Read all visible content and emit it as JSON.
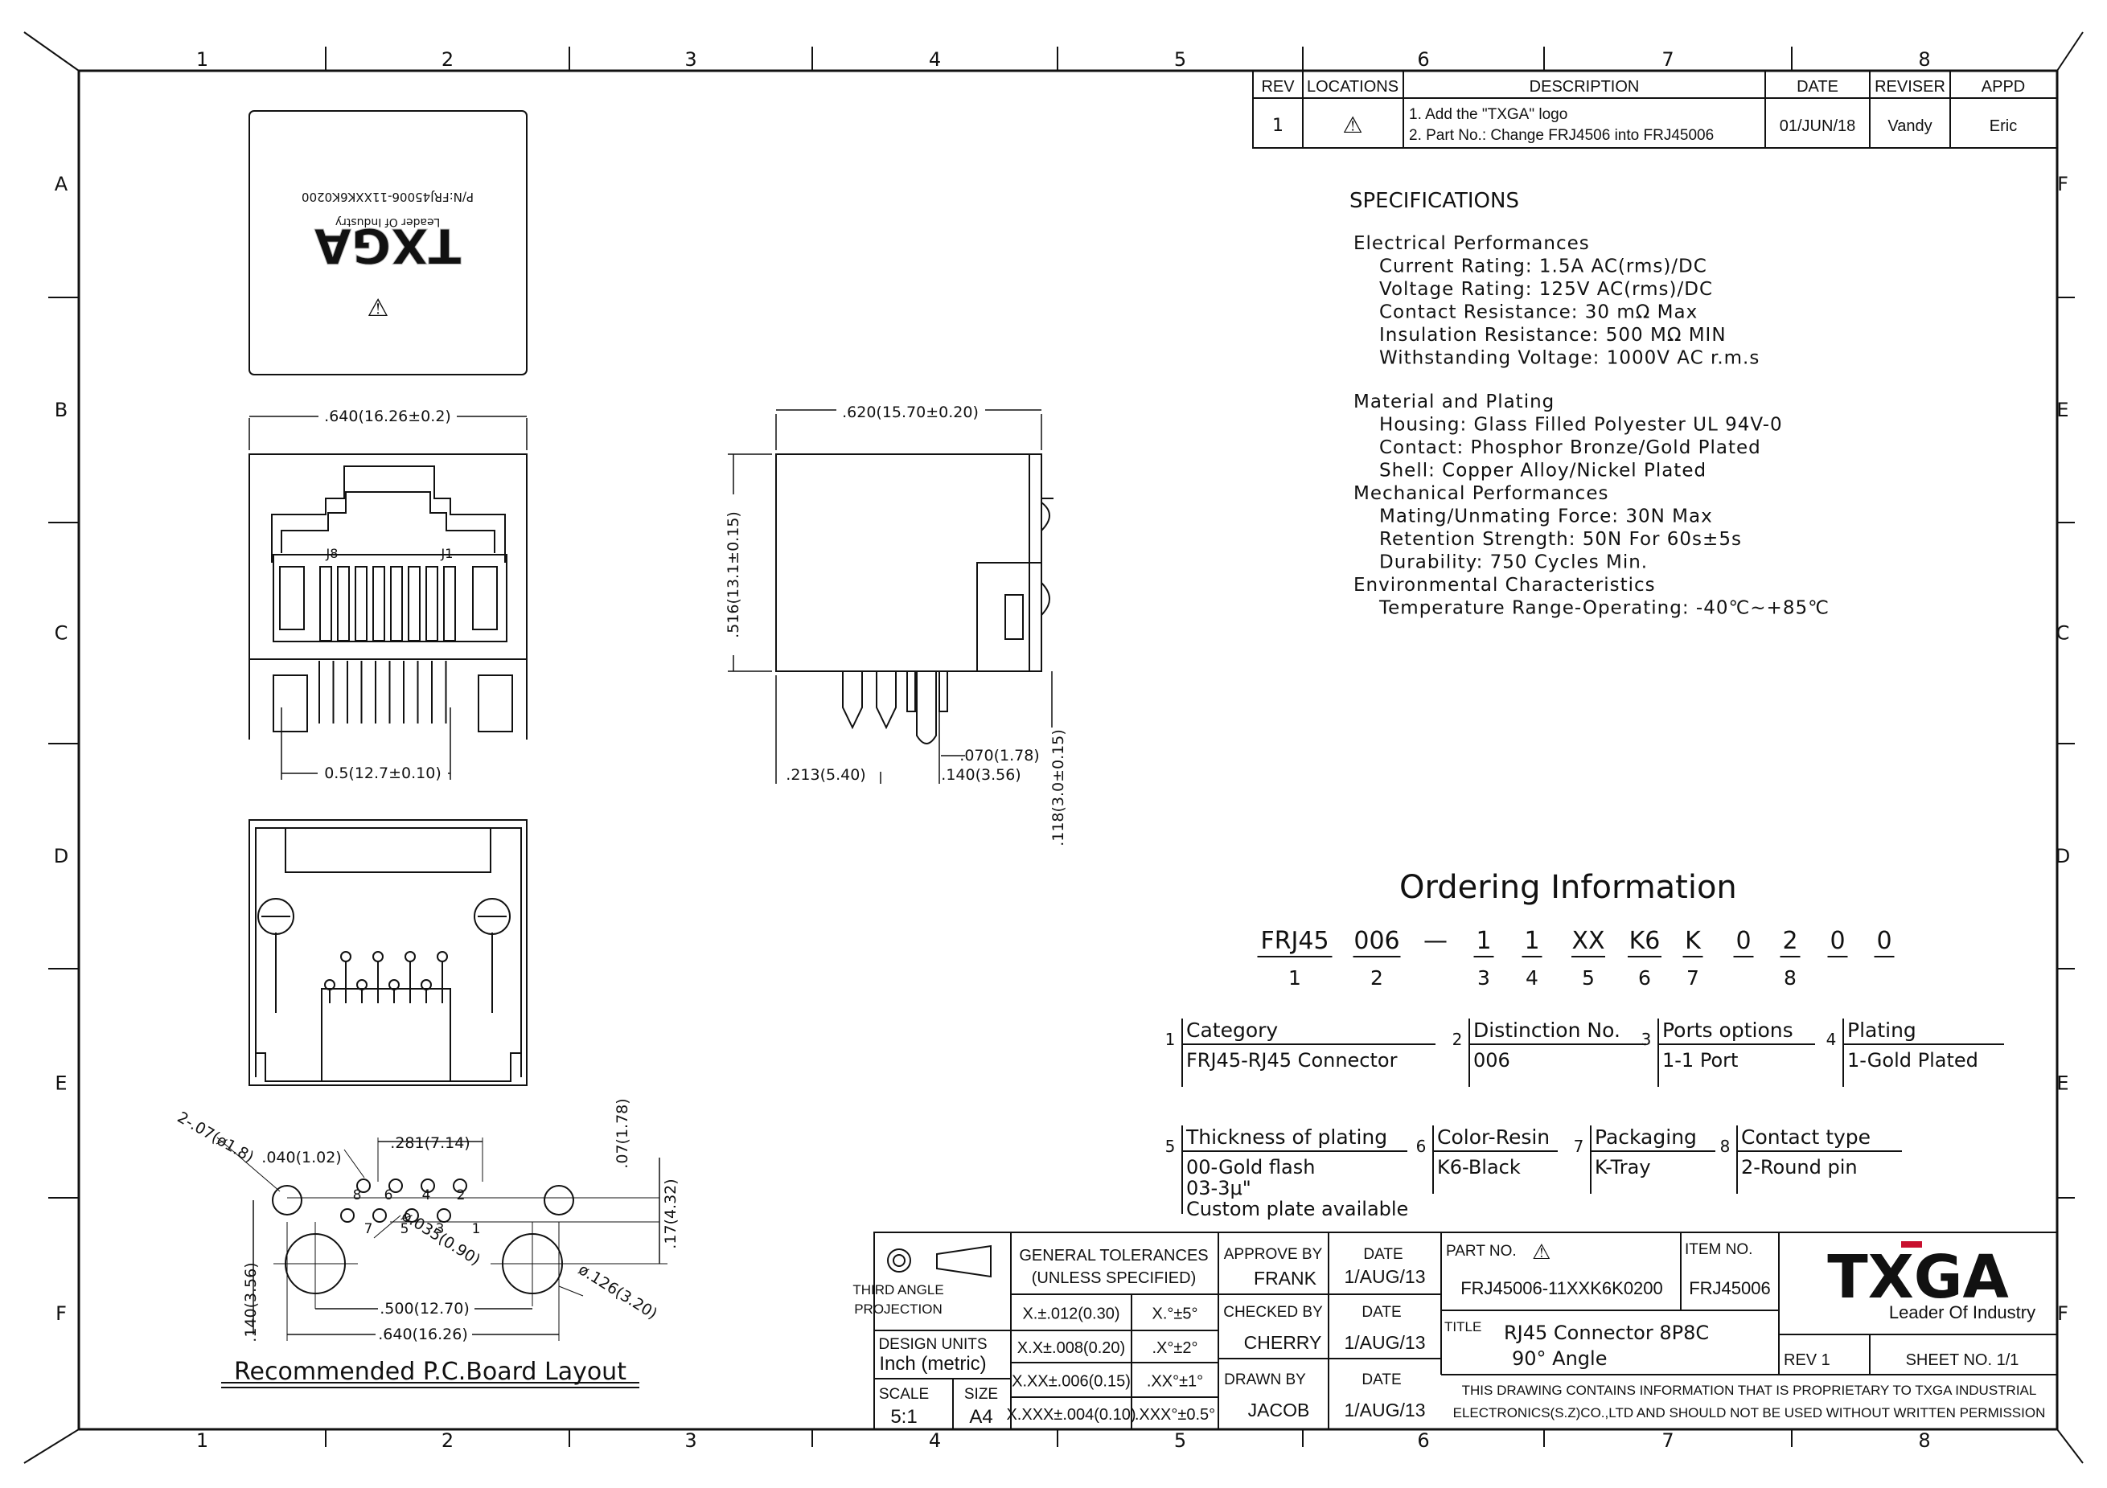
{
  "border": {
    "cols": [
      "1",
      "2",
      "3",
      "4",
      "5",
      "6",
      "7",
      "8"
    ],
    "rows_left": [
      "A",
      "B",
      "C",
      "D",
      "E",
      "F"
    ],
    "rows_right": [
      "F",
      "E",
      "C",
      "D",
      "E",
      "F"
    ]
  },
  "revision": {
    "headers": [
      "REV",
      "LOCATIONS",
      "DESCRIPTION",
      "DATE",
      "REVISER",
      "APPD"
    ],
    "rev": "1",
    "location_symbol": "⚠",
    "desc_line1": "1. Add the \"TXGA\" logo",
    "desc_line2": "2. Part No.: Change FRJ4506 into FRJ45006",
    "date": "01/JUN/18",
    "reviser": "Vandy",
    "appd": "Eric"
  },
  "label_box": {
    "part_no": "P/N:FRJ45006-11XXK6K0200",
    "tagline": "Leader Of Industry",
    "logo": "TXGA",
    "warn": "⚠"
  },
  "dims": {
    "front_width": ".640(16.26±0.2)",
    "pin_span": "0.5(12.7±0.10)",
    "j8": "J8",
    "j1": "J1",
    "side_width": ".620(15.70±0.20)",
    "side_height": ".516(13.1±0.15)",
    "side_213": ".213(5.40)",
    "side_070": ".070(1.78)",
    "side_140": ".140(3.56)",
    "side_118": ".118(3.0±0.15)"
  },
  "pcb": {
    "d_2x07": "2-.07(ø1.8)",
    "d_040": ".040(1.02)",
    "d_281": ".281(7.14)",
    "d_07": ".07(1.78)",
    "d_17": ".17(4.32)",
    "d_035": "ø.035(0.90)",
    "d_126": "ø.126(3.20)",
    "d_140": ".140(3.56)",
    "d_500": ".500(12.70)",
    "d_640": ".640(16.26)",
    "pins_top": [
      "8",
      "6",
      "4",
      "2"
    ],
    "pins_bottom": [
      "7",
      "5",
      "3",
      "1"
    ],
    "caption": "Recommended P.C.Board Layout"
  },
  "specs": {
    "title": "SPECIFICATIONS",
    "lines": [
      "Electrical Performances",
      "   Current Rating: 1.5A  AC(rms)/DC",
      "   Voltage Rating: 125V  AC(rms)/DC",
      "   Contact  Resistance: 30  mΩ  Max",
      "   Insulation  Resistance: 500  MΩ   MIN",
      "   Withstanding  Voltage: 1000V  AC  r.m.s",
      "",
      "Material  and  Plating",
      "   Housing:  Glass  Filled  Polyester  UL  94V-0",
      "   Contact:  Phosphor  Bronze/Gold  Plated",
      "   Shell: Copper  Alloy/Nickel  Plated",
      "Mechanical  Performances",
      "   Mating/Unmating  Force: 30N  Max",
      "   Retention  Strength: 50N  For  60s±5s",
      "   Durability: 750  Cycles  Min.",
      "Environmental  Characteristics",
      "   Temperature  Range-Operating: -40℃~+85℃"
    ]
  },
  "ordering": {
    "title": "Ordering Information",
    "code": [
      "FRJ45",
      "006",
      "—",
      "1",
      "1",
      "XX",
      "K6",
      "K",
      "0",
      "2",
      "0",
      "0"
    ],
    "index": [
      "1",
      "2",
      "3",
      "4",
      "5",
      "6",
      "7",
      "8"
    ],
    "fields": [
      {
        "num": "1",
        "name": "Category",
        "values": [
          "FRJ45-RJ45 Connector"
        ]
      },
      {
        "num": "2",
        "name": "Distinction No.",
        "values": [
          "006"
        ]
      },
      {
        "num": "3",
        "name": "Ports options",
        "values": [
          "1-1 Port"
        ]
      },
      {
        "num": "4",
        "name": "Plating",
        "values": [
          "1-Gold Plated"
        ]
      },
      {
        "num": "5",
        "name": "Thickness of plating",
        "values": [
          "00-Gold flash",
          "03-3μ\"",
          "Custom plate available"
        ]
      },
      {
        "num": "6",
        "name": "Color-Resin",
        "values": [
          "K6-Black"
        ]
      },
      {
        "num": "7",
        "name": "Packaging",
        "values": [
          "K-Tray"
        ]
      },
      {
        "num": "8",
        "name": "Contact type",
        "values": [
          "2-Round pin"
        ]
      }
    ]
  },
  "title_block": {
    "projection": [
      "THIRD ANGLE",
      "PROJECTION"
    ],
    "design_units": "DESIGN UNITS",
    "units_value": "Inch (metric)",
    "scale_label": "SCALE",
    "scale_value": "5:1",
    "size_label": "SIZE",
    "size_value": "A4",
    "tol_head1": "GENERAL TOLERANCES",
    "tol_head2": "(UNLESS SPECIFIED)",
    "tol_lin": [
      "X.±.012(0.30)",
      "X.X±.008(0.20)",
      "X.XX±.006(0.15)",
      "X.XXX±.004(0.10)"
    ],
    "tol_ang": [
      "X.°±5°",
      ".X°±2°",
      ".XX°±1°",
      ".XXX°±0.5°"
    ],
    "approve_label": "APPROVE BY",
    "approve_name": "FRANK",
    "checked_label": "CHECKED BY",
    "checked_name": "CHERRY",
    "drawn_label": "DRAWN BY",
    "drawn_name": "JACOB",
    "date_label": "DATE",
    "date_value": "1/AUG/13",
    "part_no_label": "PART NO.",
    "part_no": "FRJ45006-11XXK6K0200",
    "item_no_label": "ITEM NO.",
    "item_no": "FRJ45006",
    "title_label": "TITLE",
    "title_line1": "RJ45 Connector 8P8C",
    "title_line2": "90° Angle",
    "rev": "REV 1",
    "sheet": "SHEET NO. 1/1",
    "logo": "TXGA",
    "tagline": "Leader Of Industry",
    "notice1": "THIS DRAWING CONTAINS INFORMATION THAT IS PROPRIETARY TO TXGA INDUSTRIAL",
    "notice2": "ELECTRONICS(S.Z)CO.,LTD AND SHOULD NOT BE USED WITHOUT WRITTEN PERMISSION"
  }
}
